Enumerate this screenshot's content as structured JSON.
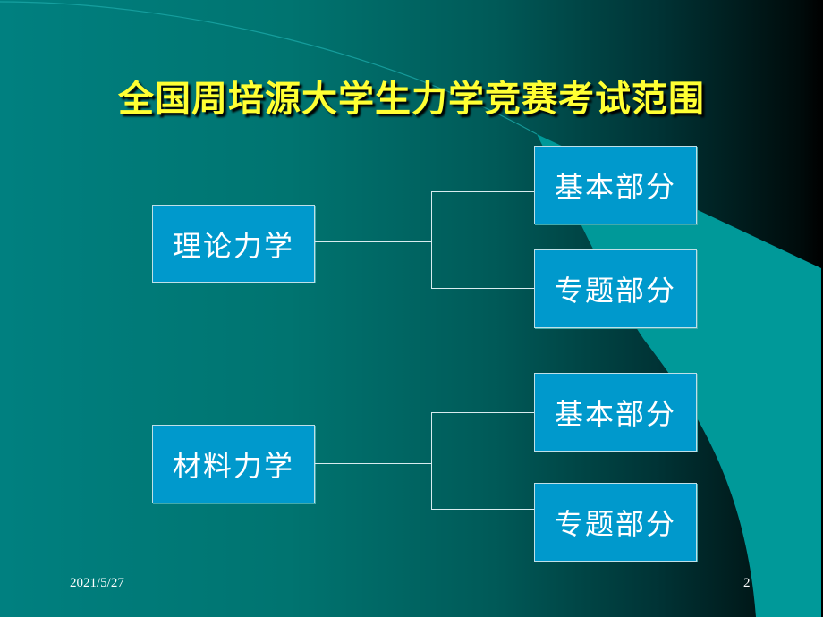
{
  "slide": {
    "title": "全国周培源大学生力学竞赛考试范围",
    "footer_date": "2021/5/27",
    "page_number": "2"
  },
  "colors": {
    "title": "#ffff33",
    "box_fill": "#0099cc",
    "wedge": "#009999",
    "background_left": "#008080",
    "background_right": "#000000"
  },
  "diagram": {
    "groups": [
      {
        "root": "理论力学",
        "children": [
          "基本部分",
          "专题部分"
        ]
      },
      {
        "root": "材料力学",
        "children": [
          "基本部分",
          "专题部分"
        ]
      }
    ]
  }
}
